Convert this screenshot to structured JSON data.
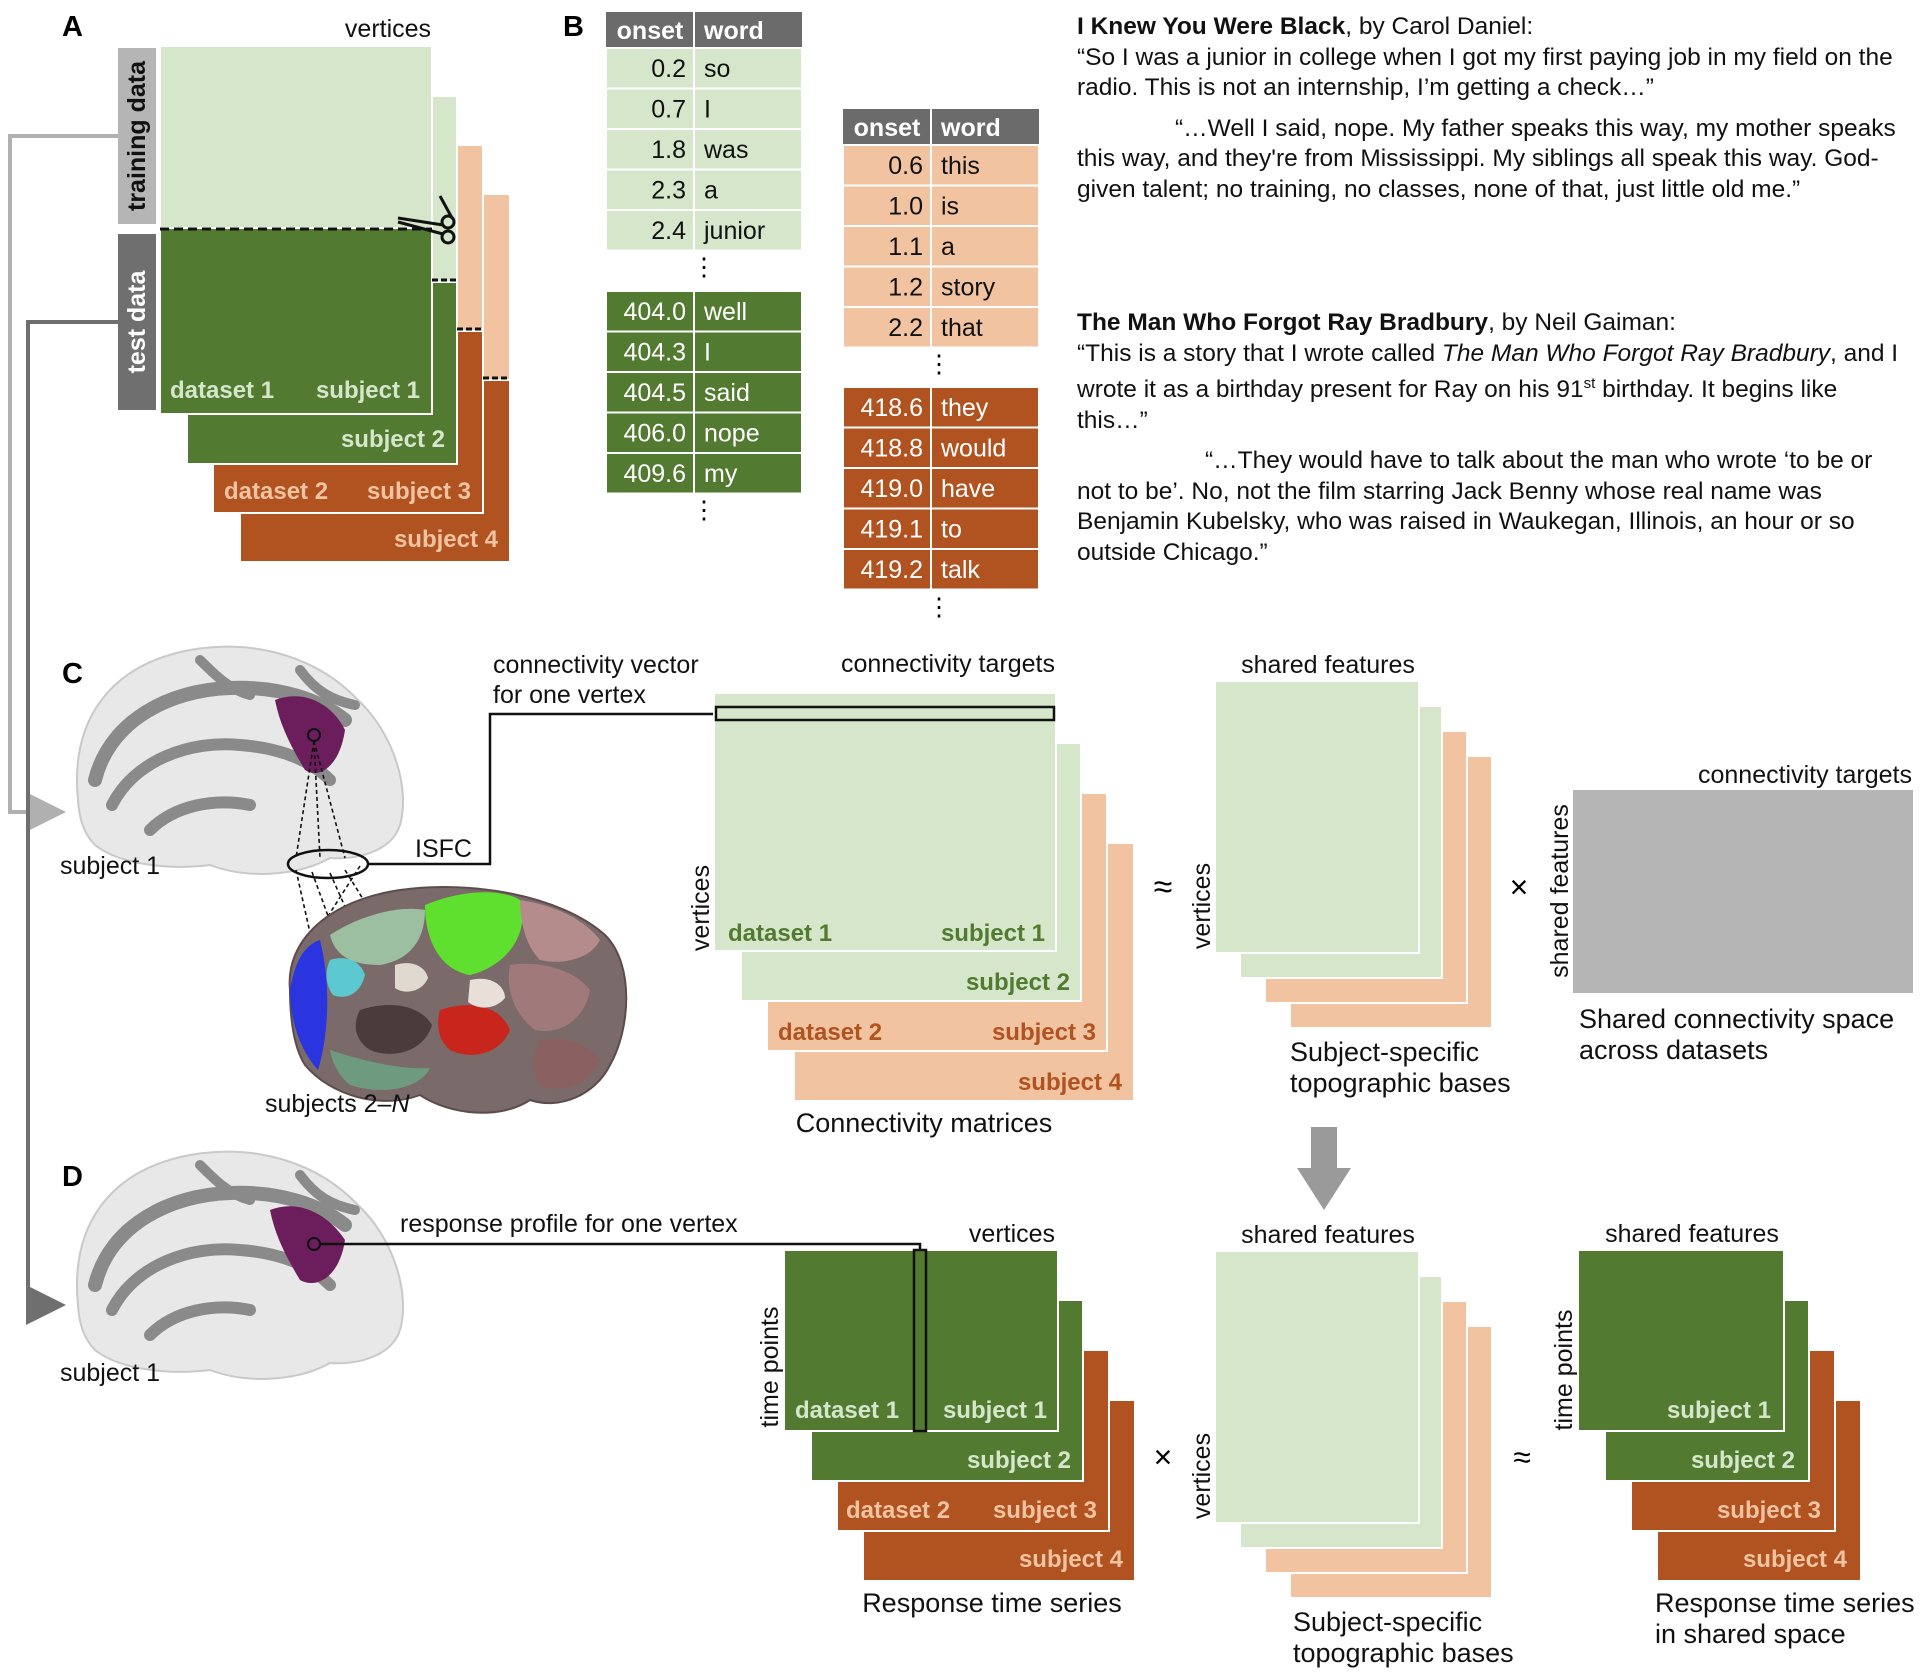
{
  "colors": {
    "light_green": "#d5e6cb",
    "dark_green": "#527a31",
    "light_orange": "#f1c3a1",
    "dark_orange": "#b05321",
    "gray": "#b5b5b5",
    "dark_gray": "#6f6f6f",
    "table_header": "#6b6b6b"
  },
  "panel_labels": [
    "A",
    "B",
    "C",
    "D"
  ],
  "panel_a": {
    "vertices_label": "vertices",
    "training_label": "training data",
    "test_label": "test data",
    "stack": [
      {
        "dataset": "dataset 1",
        "subject": "subject 1"
      },
      {
        "dataset": "",
        "subject": "subject 2"
      },
      {
        "dataset": "dataset 2",
        "subject": "subject 3"
      },
      {
        "dataset": "",
        "subject": "subject 4"
      }
    ],
    "scissors_icon": "scissors-icon"
  },
  "panel_b": {
    "table1": {
      "headers": [
        "onset",
        "word"
      ],
      "rows_top": [
        [
          "0.2",
          "so"
        ],
        [
          "0.7",
          "I"
        ],
        [
          "1.8",
          "was"
        ],
        [
          "2.3",
          "a"
        ],
        [
          "2.4",
          "junior"
        ]
      ],
      "rows_bottom": [
        [
          "404.0",
          "well"
        ],
        [
          "404.3",
          "I"
        ],
        [
          "404.5",
          "said"
        ],
        [
          "406.0",
          "nope"
        ],
        [
          "409.6",
          "my"
        ]
      ]
    },
    "table2": {
      "headers": [
        "onset",
        "word"
      ],
      "rows_top": [
        [
          "0.6",
          "this"
        ],
        [
          "1.0",
          "is"
        ],
        [
          "1.1",
          "a"
        ],
        [
          "1.2",
          "story"
        ],
        [
          "2.2",
          "that"
        ]
      ],
      "rows_bottom": [
        [
          "418.6",
          "they"
        ],
        [
          "418.8",
          "would"
        ],
        [
          "419.0",
          "have"
        ],
        [
          "419.1",
          "to"
        ],
        [
          "419.2",
          "talk"
        ]
      ]
    },
    "ellipsis": "⋮",
    "story1": {
      "title": "I Knew You Were Black",
      "byline": ", by Carol Daniel:",
      "p1": "“So I was a junior in college when I got my first paying job in my field on the radio. This is not an internship, I’m getting a check…”",
      "p2": "“…Well I said, nope. My father speaks this way, my mother speaks this way, and they're from Mississippi. My siblings all speak this way. God-given talent; no training, no classes, none of that, just little old me.”"
    },
    "story2": {
      "title": "The Man Who Forgot Ray Bradbury",
      "byline": ", by Neil Gaiman:",
      "p1a": "“This is a story that I wrote called ",
      "p1_italic": "The Man Who Forgot Ray Bradbury",
      "p1b": ", and I wrote it as a birthday present for Ray on his 91",
      "p1_sup": "st",
      "p1c": " birthday. It begins like this…”",
      "p2": "“…They would have to talk about the man who wrote ‘to be or not to be’. No, not the film starring Jack Benny whose real name was Benjamin Kubelsky, who was raised in Waukegan, Illinois, an hour or so outside Chicago.”"
    }
  },
  "panel_c": {
    "subject1_label": "subject 1",
    "subjects_label_prefix": "subjects 2–",
    "subjects_label_n": "N",
    "isfc_label": "ISFC",
    "conn_vector_line1": "connectivity vector",
    "conn_vector_line2": "for one vertex",
    "conn_targets_label": "connectivity targets",
    "vertices_label": "vertices",
    "stack": [
      {
        "dataset": "dataset 1",
        "subject": "subject 1"
      },
      {
        "dataset": "",
        "subject": "subject 2"
      },
      {
        "dataset": "dataset 2",
        "subject": "subject 3"
      },
      {
        "dataset": "",
        "subject": "subject 4"
      }
    ],
    "conn_matrices_caption": "Connectivity matrices",
    "approx_symbol": "≈",
    "times_symbol": "×",
    "shared_features_label": "shared features",
    "bases_caption_line1": "Subject-specific",
    "bases_caption_line2": "topographic bases",
    "shared_space_caption_line1": "Shared connectivity space",
    "shared_space_caption_line2": "across datasets",
    "shared_targets_label": "connectivity targets",
    "shared_features_rot": "shared features"
  },
  "panel_d": {
    "subject1_label": "subject 1",
    "profile_label": "response profile for one vertex",
    "vertices_label": "vertices",
    "time_points_label": "time points",
    "stack": [
      {
        "dataset": "dataset 1",
        "subject": "subject 1"
      },
      {
        "dataset": "",
        "subject": "subject 2"
      },
      {
        "dataset": "dataset 2",
        "subject": "subject 3"
      },
      {
        "dataset": "",
        "subject": "subject 4"
      }
    ],
    "resp_caption": "Response time series",
    "times_symbol": "×",
    "approx_symbol": "≈",
    "shared_features_label": "shared features",
    "bases_caption_line1": "Subject-specific",
    "bases_caption_line2": "topographic bases",
    "shared_features_label2": "shared features",
    "shared_stack": [
      "subject 1",
      "subject 2",
      "subject 3",
      "subject 4"
    ],
    "shared_caption_line1": "Response time series",
    "shared_caption_line2": "in shared space"
  }
}
